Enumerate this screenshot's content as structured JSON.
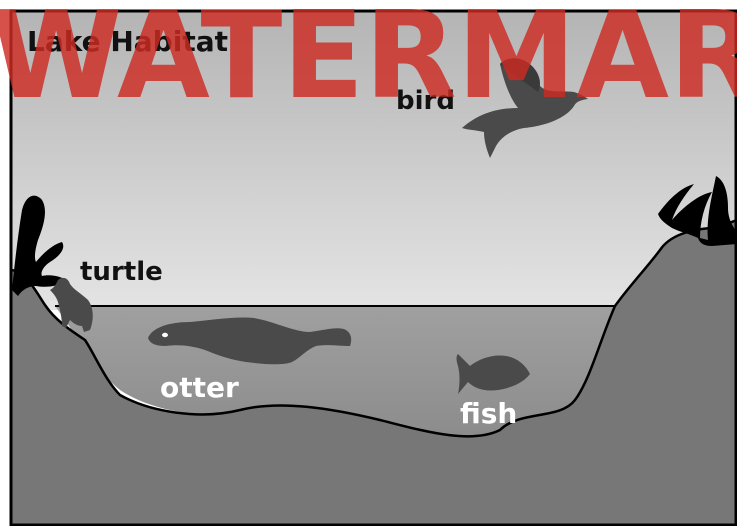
{
  "title": "Lake Habitat",
  "watermark": "WATERMARK",
  "labels": {
    "bird": "bird",
    "turtle": "turtle",
    "otter": "otter",
    "fish": "fish"
  },
  "colors": {
    "sky_top": "#b6b6b6",
    "sky_bottom": "#e2e2e2",
    "water": "#989898",
    "ground": "#777777",
    "animal": "#4a4a4a",
    "outline": "#000000",
    "watermark": "#cc2b22"
  }
}
